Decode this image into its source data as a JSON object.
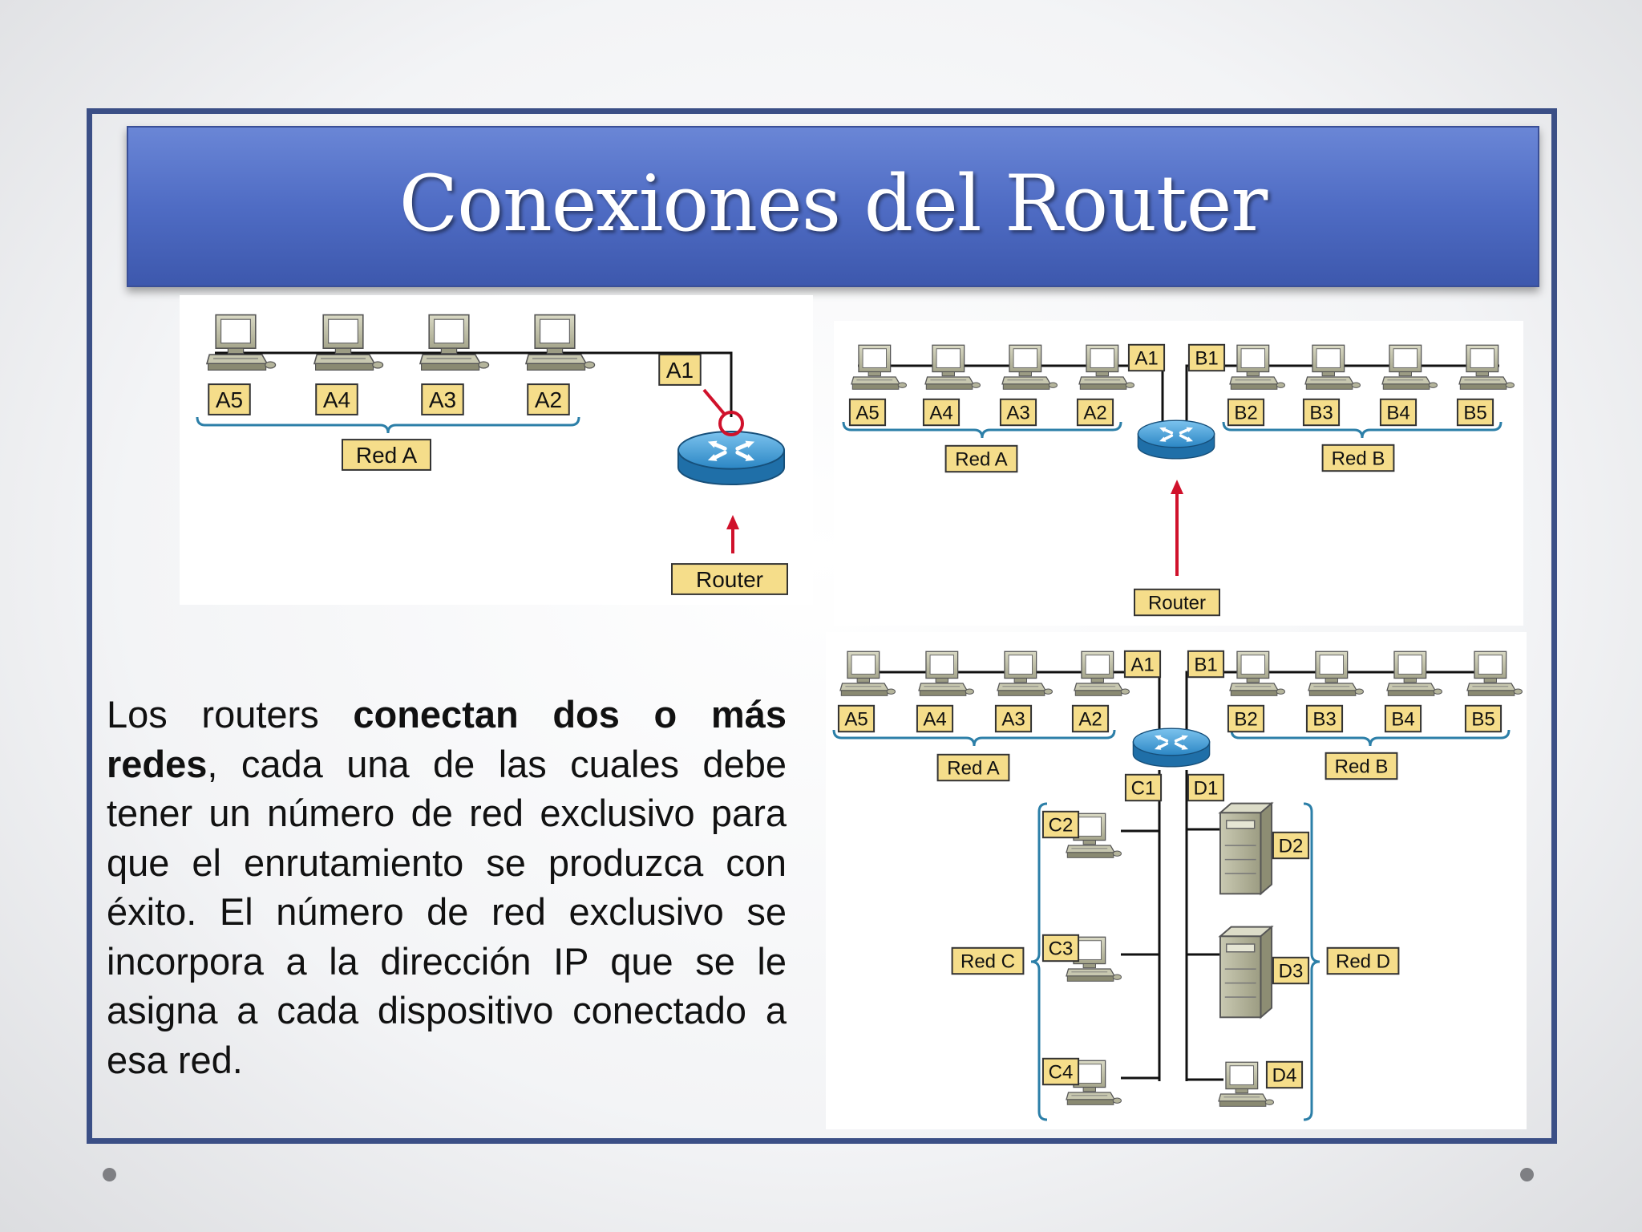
{
  "slide": {
    "title": "Conexiones del Router",
    "paragraph": {
      "t1": "Los routers ",
      "b1": "conectan dos o más redes",
      "t2": ", cada una de las cuales debe tener un número de red exclusivo para que el enrutamiento se produzca con éxito. El número de red exclusivo se incorpora a la dirección IP que se le asigna a cada dispositivo conectado a esa red."
    }
  },
  "colors": {
    "accent": "#4f6cc4",
    "frame": "#3b4f86",
    "label_fill": "#f5dd8a",
    "arrow": "#d0112b",
    "bracket": "#2c7fa8"
  },
  "diagram1": {
    "hosts": [
      "A5",
      "A4",
      "A3",
      "A2"
    ],
    "port": "A1",
    "network": "Red A",
    "router_label": "Router"
  },
  "diagram2": {
    "hosts_a": [
      "A5",
      "A4",
      "A3",
      "A2"
    ],
    "hosts_b": [
      "B2",
      "B3",
      "B4",
      "B5"
    ],
    "port_a": "A1",
    "port_b": "B1",
    "network_a": "Red A",
    "network_b": "Red B",
    "router_label": "Router"
  },
  "diagram3": {
    "hosts_a": [
      "A5",
      "A4",
      "A3",
      "A2"
    ],
    "hosts_b": [
      "B2",
      "B3",
      "B4",
      "B5"
    ],
    "port_a": "A1",
    "port_b": "B1",
    "port_c": "C1",
    "port_d": "D1",
    "network_a": "Red A",
    "network_b": "Red B",
    "network_c": "Red C",
    "network_d": "Red D",
    "hosts_c": [
      "C2",
      "C3",
      "C4"
    ],
    "hosts_d": [
      "D2",
      "D3",
      "D4"
    ]
  }
}
